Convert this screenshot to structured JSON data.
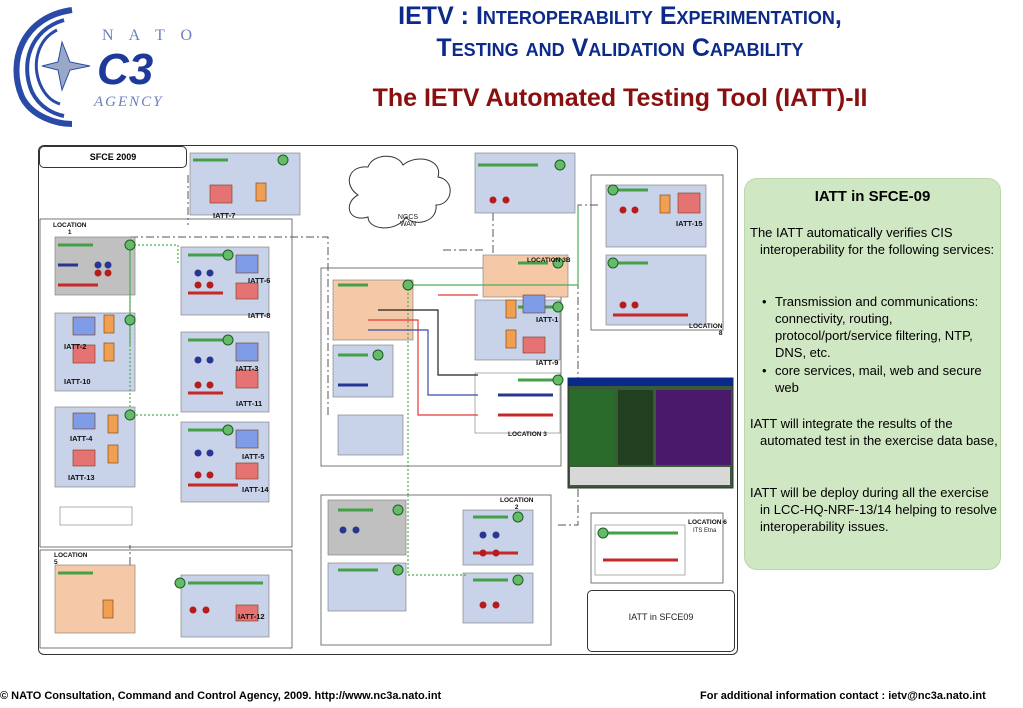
{
  "logo": {
    "line1": "N A T O",
    "line2": "C3",
    "line3": "AGENCY"
  },
  "header": {
    "title_line1": "IETV : Interoperability Experimentation,",
    "title_line2": "Testing and Validation Capability",
    "subtitle": "The IETV Automated Testing Tool (IATT)-II"
  },
  "diagram": {
    "frame_label": "SFCE 2009",
    "cloud_label": "NGCS\nWAN",
    "locations": {
      "loc1": "LOCATION\n1",
      "loc2": "LOCATION\n2",
      "loc3": "LOCATION 3",
      "loc3b": "LOCATION 3B",
      "loc5": "LOCATION\n5",
      "loc6": "LOCATION 6",
      "loc6_sub": "ITS Etna",
      "loc8": "LOCATION\n8"
    },
    "iatt_labels": [
      "IATT-7",
      "IATT-15",
      "IATT-6",
      "IATT-8",
      "IATT-2",
      "IATT-10",
      "IATT-3",
      "IATT-11",
      "IATT-4",
      "IATT-13",
      "IATT-5",
      "IATT-14",
      "IATT-1",
      "IATT-9",
      "IATT-12"
    ],
    "legend": "IATT in SFCE09"
  },
  "panel": {
    "title": "IATT in SFCE-09",
    "intro": "The IATT automatically verifies CIS interoperability for the following services:",
    "bullets": [
      "Transmission and communications: connectivity, routing, protocol/port/service filtering, NTP, DNS, etc.",
      "core services, mail, web and secure web"
    ],
    "para2": "IATT will integrate the results of the automated test in the exercise data base,",
    "para3": "IATT will be deploy during all the exercise in LCC-HQ-NRF-13/14 helping to resolve interoperability issues."
  },
  "footer": {
    "left": "© NATO Consultation, Command and Control Agency, 2009. http://www.nc3a.nato.int",
    "right": "For additional information contact :  ietv@nc3a.nato.int"
  }
}
